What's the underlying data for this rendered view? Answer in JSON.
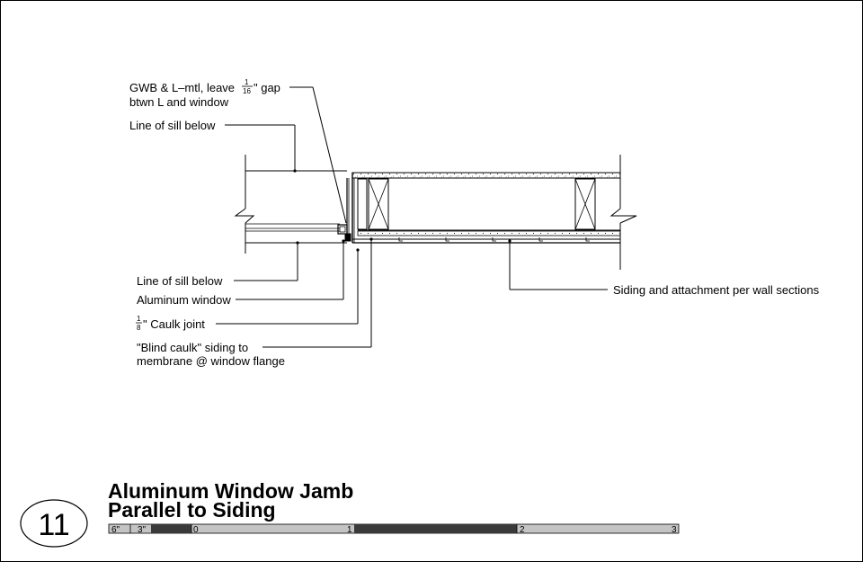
{
  "callouts": {
    "gwb_line1_pre": "GWB & L–mtl, leave ",
    "gwb_frac_num": "1",
    "gwb_frac_den": "16",
    "gwb_line1_post": "\" gap",
    "gwb_line2": "btwn L and window",
    "sill_above": "Line of sill below",
    "sill_below": "Line of sill below",
    "aluminum_window": "Aluminum window",
    "caulk_frac_num": "1",
    "caulk_frac_den": "8",
    "caulk_post": "\" Caulk joint",
    "blind_caulk_line1": "\"Blind caulk\" siding to",
    "blind_caulk_line2": "membrane @ window flange",
    "siding": "Siding and attachment per wall sections"
  },
  "title_block": {
    "detail_number": "11",
    "title_line1": "Aluminum Window Jamb",
    "title_line2": "Parallel to Siding"
  },
  "scale_bar": {
    "labels": [
      "6\"",
      "3\"",
      "0",
      "1",
      "2",
      "3"
    ]
  }
}
